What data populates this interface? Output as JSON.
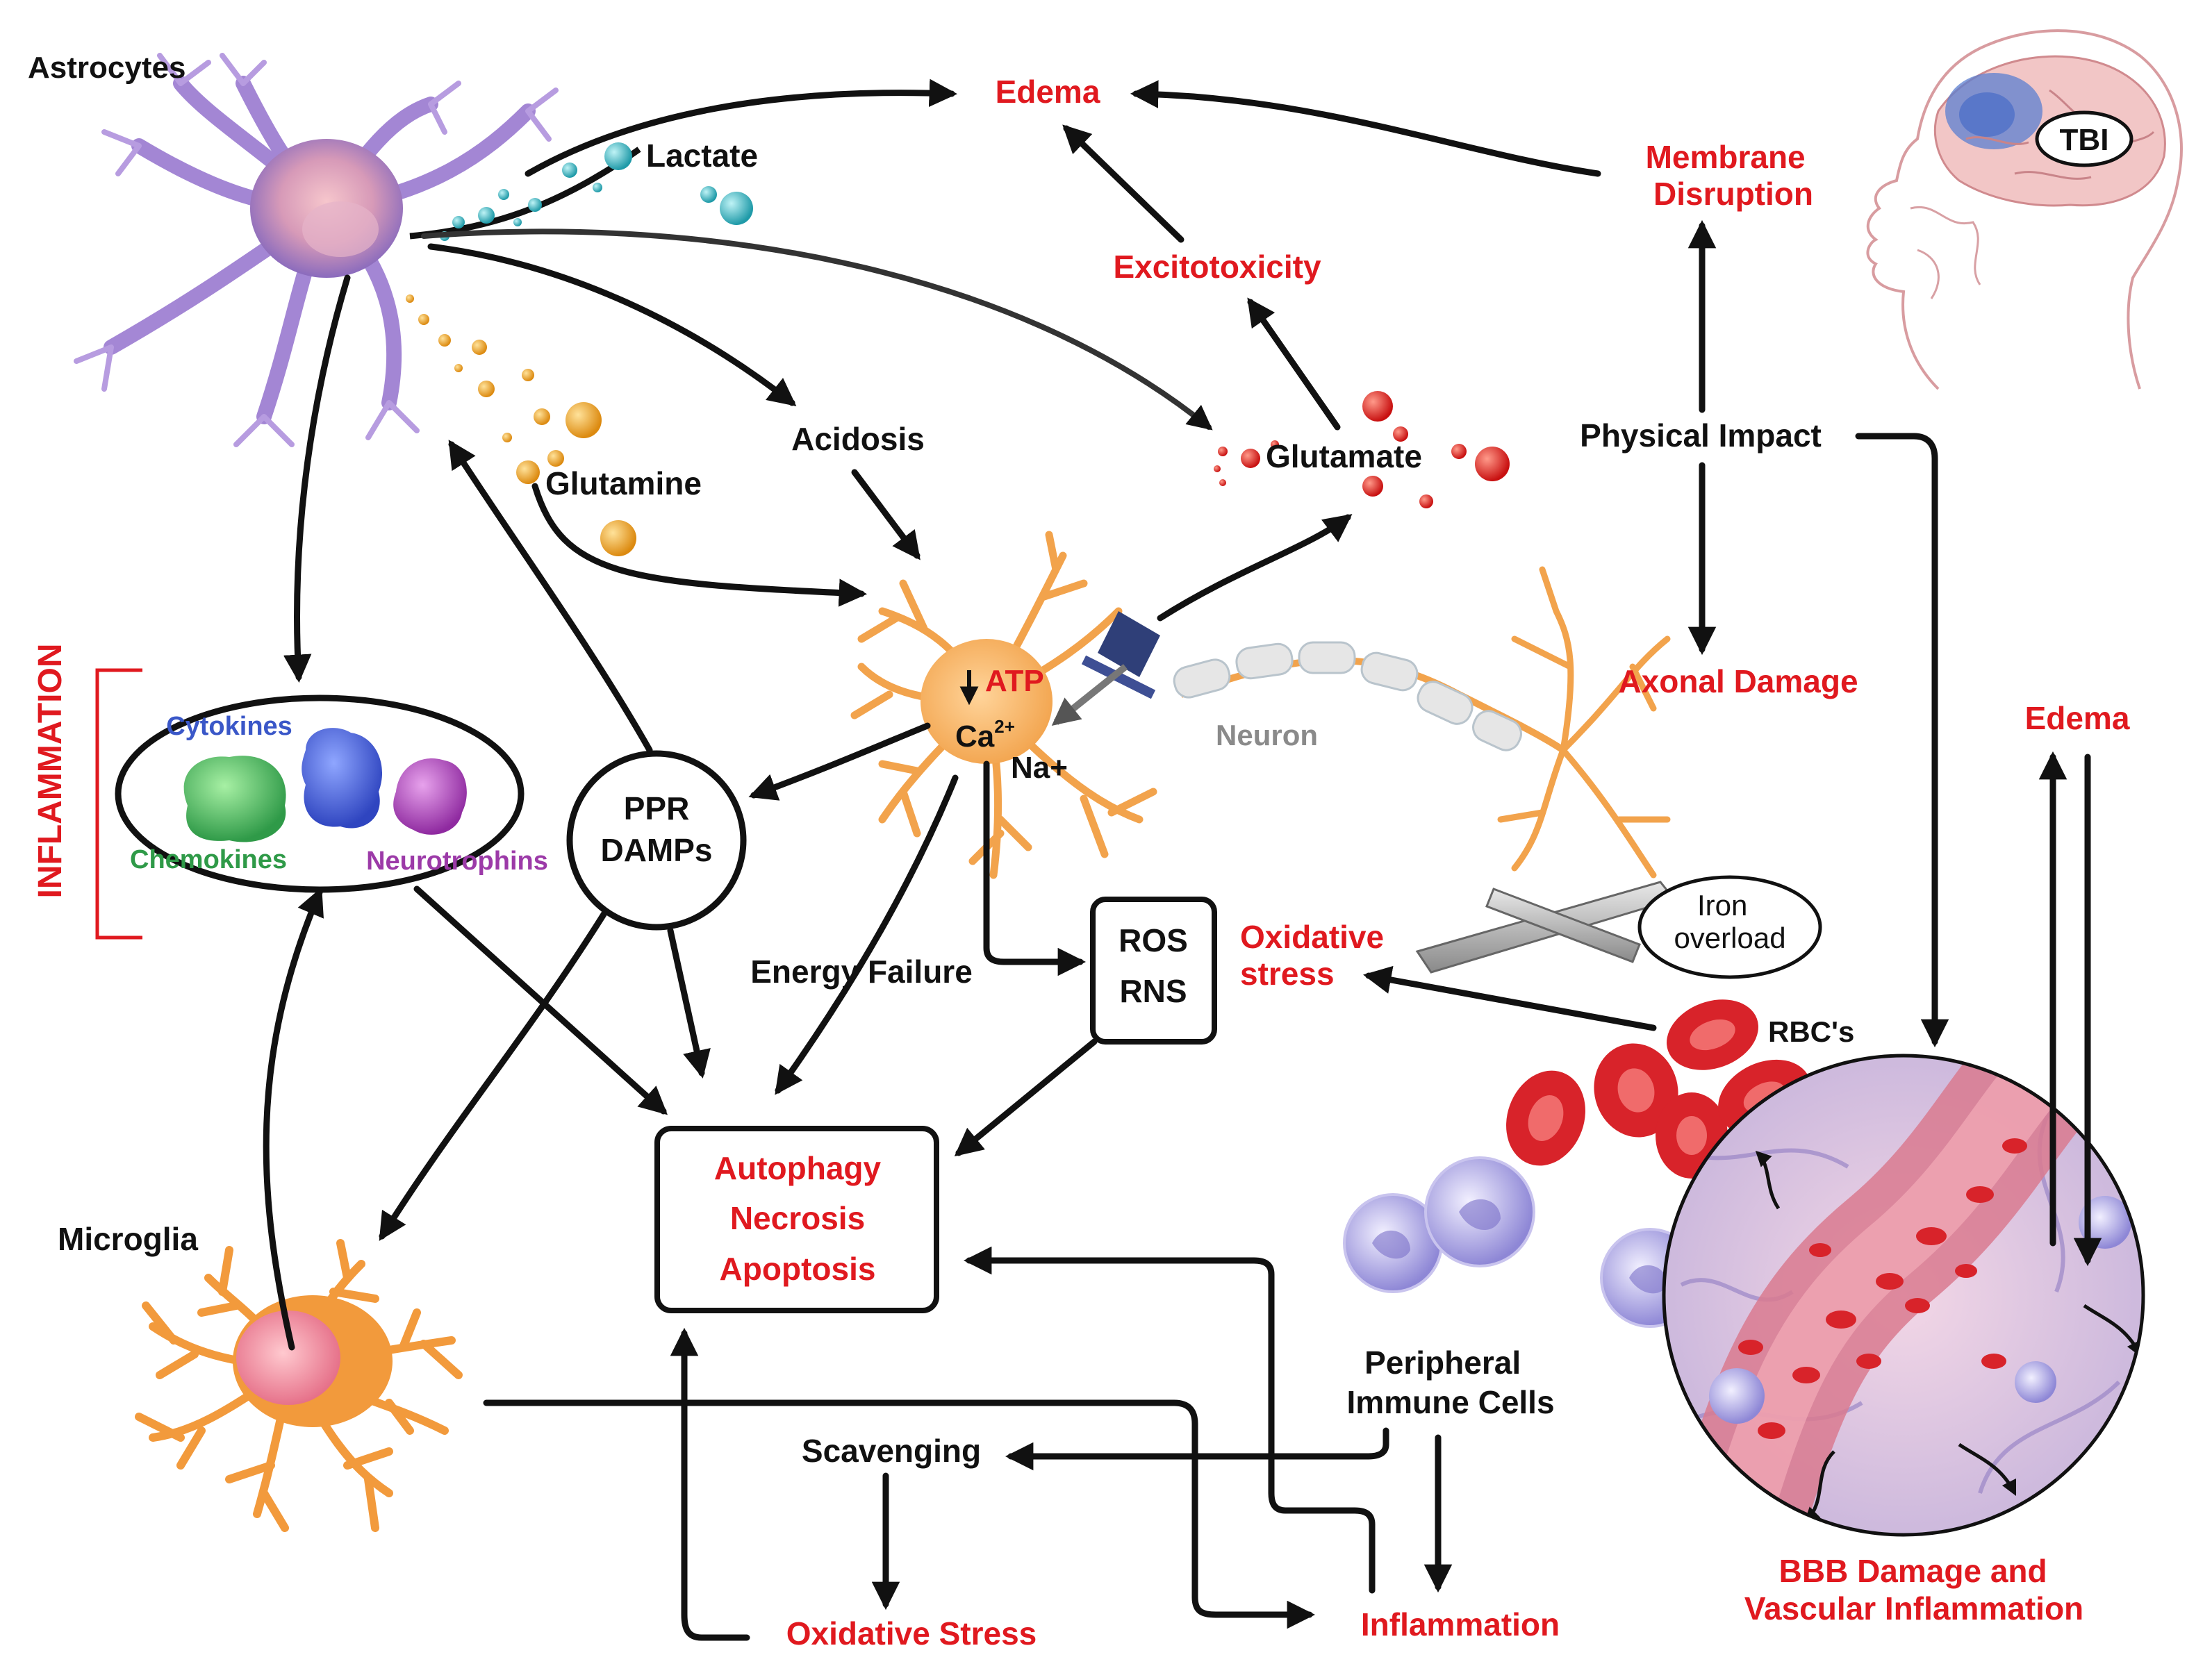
{
  "colors": {
    "red": "#e0191f",
    "black": "#111111",
    "gray": "#8a8a8a",
    "cytokines": "#3a57c8",
    "chemokines": "#2f9a48",
    "neurotrophins": "#9c3aa8",
    "astrocyte": "#9a7ad0",
    "neuron": "#f2a34c",
    "microglia": "#f29a3c",
    "rbc": "#d8232a",
    "immune": "#8e87d6"
  },
  "icons": [
    "astrocyte-cell",
    "neuron-cell",
    "microglia-cell",
    "brain-head",
    "red-blood-cell",
    "immune-cell",
    "iron-bars",
    "blood-vessel"
  ],
  "labels": {
    "astrocytes": "Astrocytes",
    "lactate": "Lactate",
    "glutamine": "Glutamine",
    "acidosis": "Acidosis",
    "edema_top": "Edema",
    "excitotoxicity": "Excitotoxicity",
    "glutamate": "Glutamate",
    "membrane_1": "Membrane",
    "membrane_2": "Disruption",
    "tbi": "TBI",
    "physical_impact": "Physical Impact",
    "axonal_damage": "Axonal Damage",
    "edema_right": "Edema",
    "neuron": "Neuron",
    "atp": "ATP",
    "ca": "Ca",
    "ca_sup": "2+",
    "na": "Na+",
    "inflammation_vertical": "INFLAMMATION",
    "cytokines": "Cytokines",
    "chemokines": "Chemokines",
    "neurotrophins": "Neurotrophins",
    "ppr": "PPR",
    "damps": "DAMPs",
    "energy_failure": "Energy Failure",
    "ros": "ROS",
    "rns": "RNS",
    "oxidative_1": "Oxidative",
    "oxidative_2": "stress",
    "iron_1": "Iron",
    "iron_2": "overload",
    "rbcs": "RBC's",
    "autophagy": "Autophagy",
    "necrosis": "Necrosis",
    "apoptosis": "Apoptosis",
    "microglia": "Microglia",
    "peripheral_1": "Peripheral",
    "peripheral_2": "Immune Cells",
    "scavenging": "Scavenging",
    "oxidative_stress_bottom": "Oxidative Stress",
    "inflammation_bottom": "Inflammation",
    "bbb_1": "BBB Damage and",
    "bbb_2": "Vascular Inflammation"
  }
}
